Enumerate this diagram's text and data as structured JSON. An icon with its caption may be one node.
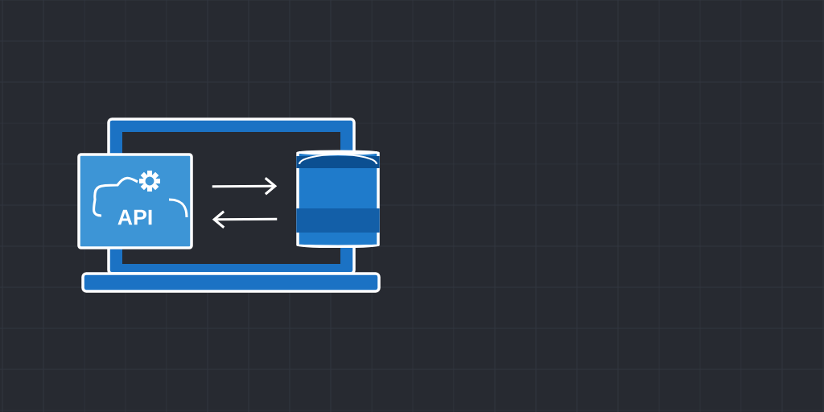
{
  "diagram": {
    "nodes": [
      {
        "text": [
          "API"
        ]
      },
      {
        "text": [],
        "shape": "cylinder"
      }
    ],
    "edges": [
      {
        "from": 0,
        "to": 1,
        "arrow": "to"
      },
      {
        "from": 1,
        "to": 0,
        "arrow": "to"
      }
    ]
  }
}
